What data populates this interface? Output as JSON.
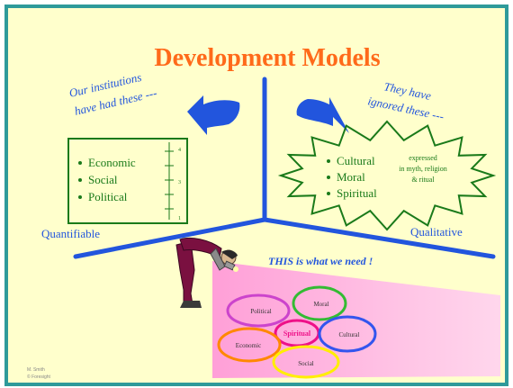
{
  "slide": {
    "title": "Development Models",
    "left_note": [
      "Our institutions",
      "have had these ---"
    ],
    "right_note": [
      "They have",
      "ignored these ---"
    ],
    "quantifiable_items": [
      "Economic",
      "Social",
      "Political"
    ],
    "scale_ticks": [
      "4",
      "3",
      "1"
    ],
    "qualitative_items": [
      "Cultural",
      "Moral",
      "Spiritual"
    ],
    "burst_note": [
      "expressed",
      "in myth, religion",
      "& ritual"
    ],
    "left_label": "Quantifiable",
    "right_label": "Qualitative",
    "need_note": "THIS is what we need !",
    "circles": {
      "political": "Political",
      "moral": "Moral",
      "spiritual": "Spiritual",
      "cultural": "Cultural",
      "economic": "Economic",
      "social": "Social"
    },
    "footer": [
      "M. Smith",
      "© Foresight"
    ]
  },
  "colors": {
    "frame": "#2e9a9a",
    "background": "#ffffcc",
    "title": "#ff6a1a",
    "accent_blue": "#2255dd",
    "green": "#1a7a1a",
    "spotlight": "#ffb8e8",
    "circle_political": "#cc44cc",
    "circle_moral": "#33bb33",
    "circle_spiritual": "#ee1188",
    "circle_cultural": "#3355ee",
    "circle_economic": "#ff8800",
    "circle_social": "#ffee00"
  }
}
